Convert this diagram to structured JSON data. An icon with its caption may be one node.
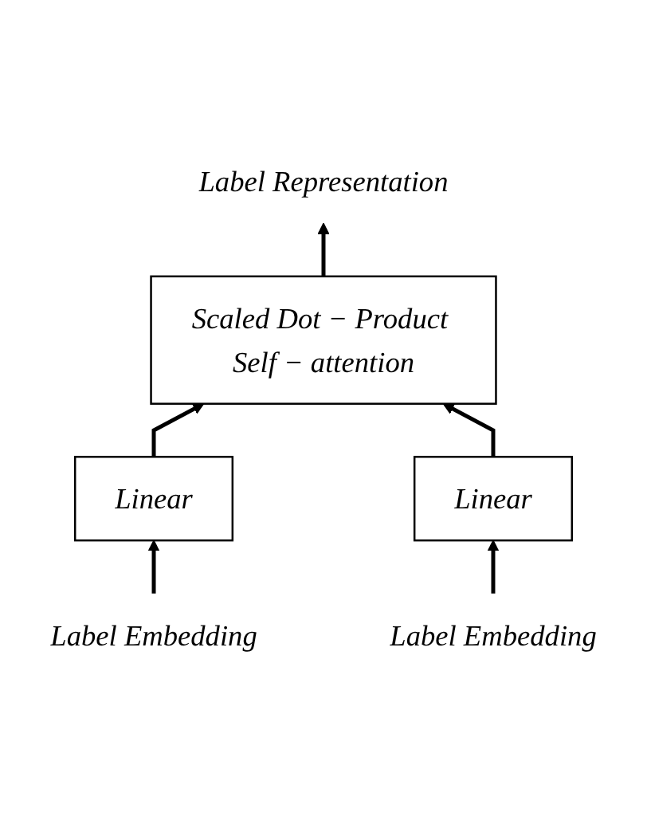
{
  "diagram": {
    "nodes": [
      {
        "text": [
          "Label Representation"
        ]
      },
      {
        "text": [
          "Scaled Dot − Product Self − attention"
        ]
      },
      {
        "text": [
          "Linear"
        ]
      },
      {
        "text": [
          "Linear"
        ]
      },
      {
        "text": [
          "Label Embedding"
        ]
      },
      {
        "text": [
          "Label Embedding"
        ]
      }
    ],
    "edges": [
      {
        "from": 1,
        "to": 0,
        "arrow": "to"
      },
      {
        "from": 2,
        "to": 1,
        "arrow": "to"
      },
      {
        "from": 3,
        "to": 1,
        "arrow": "to"
      },
      {
        "from": 4,
        "to": 2,
        "arrow": "to"
      },
      {
        "from": 5,
        "to": 3,
        "arrow": "to"
      }
    ]
  }
}
